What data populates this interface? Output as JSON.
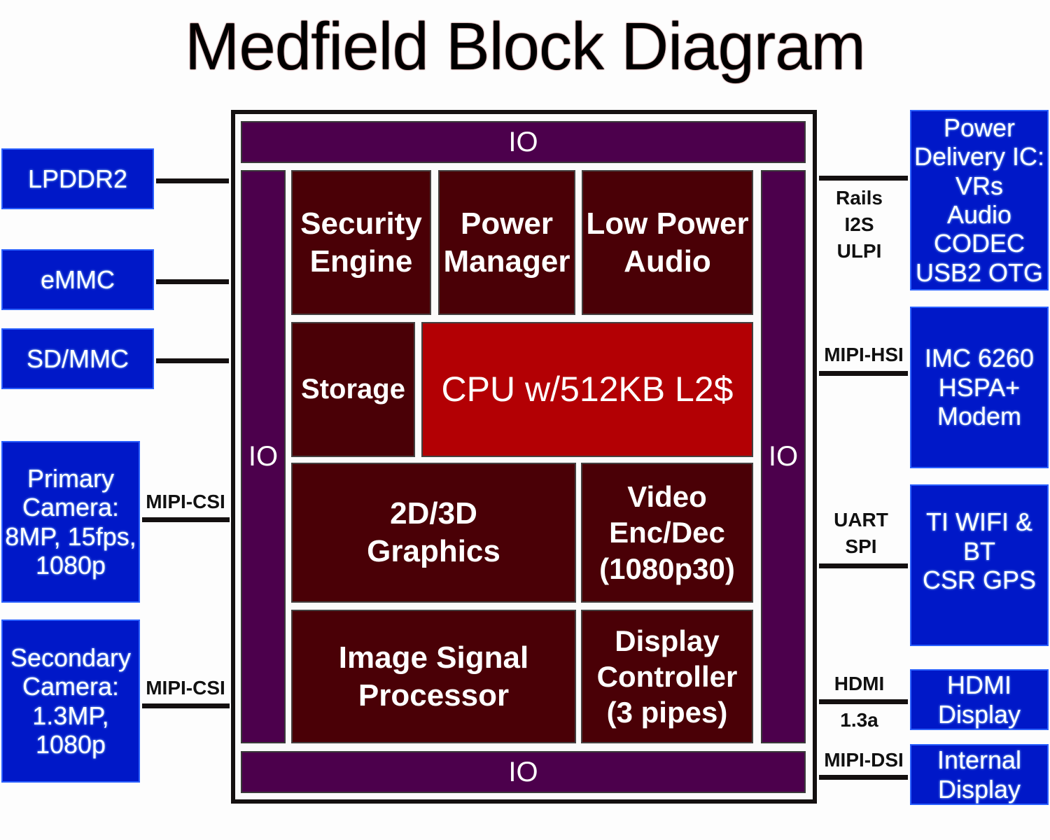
{
  "title": "Medfield Block Diagram",
  "colors": {
    "io_fill": "#4c004c",
    "block_fill": "#4a0006",
    "cpu_fill": "#b30004",
    "external_fill": "#0018c8",
    "wire": "#141010"
  },
  "chip": {
    "io_top": "IO",
    "io_bottom": "IO",
    "io_left": "IO",
    "io_right": "IO",
    "blocks": {
      "security_engine": "Security\nEngine",
      "power_manager": "Power\nManager",
      "low_power_audio": "Low Power\nAudio",
      "storage": "Storage",
      "cpu": "CPU w/512KB L2$",
      "graphics": "2D/3D\nGraphics",
      "video": "Video\nEnc/Dec\n(1080p30)",
      "isp": "Image Signal\nProcessor",
      "display_controller": "Display\nController\n(3 pipes)"
    }
  },
  "left_peripherals": [
    {
      "label": "LPDDR2",
      "bus": ""
    },
    {
      "label": "eMMC",
      "bus": ""
    },
    {
      "label": "SD/MMC",
      "bus": ""
    },
    {
      "label": "Primary\nCamera:\n8MP, 15fps,\n1080p",
      "bus": "MIPI-CSI"
    },
    {
      "label": "Secondary\nCamera:\n1.3MP,\n1080p",
      "bus": "MIPI-CSI"
    }
  ],
  "right_peripherals": [
    {
      "label": "Power\nDelivery IC:\nVRs\nAudio\nCODEC\nUSB2 OTG",
      "bus": "Rails\nI2S\nULPI"
    },
    {
      "label": "IMC 6260\nHSPA+\nModem",
      "bus": "MIPI-HSI"
    },
    {
      "label": "TI WIFI & BT\nCSR GPS",
      "bus": "UART\nSPI"
    },
    {
      "label": "HDMI\nDisplay",
      "bus": "HDMI",
      "bus_sub": "1.3a"
    },
    {
      "label": "Internal\nDisplay",
      "bus": "MIPI-DSI"
    }
  ]
}
